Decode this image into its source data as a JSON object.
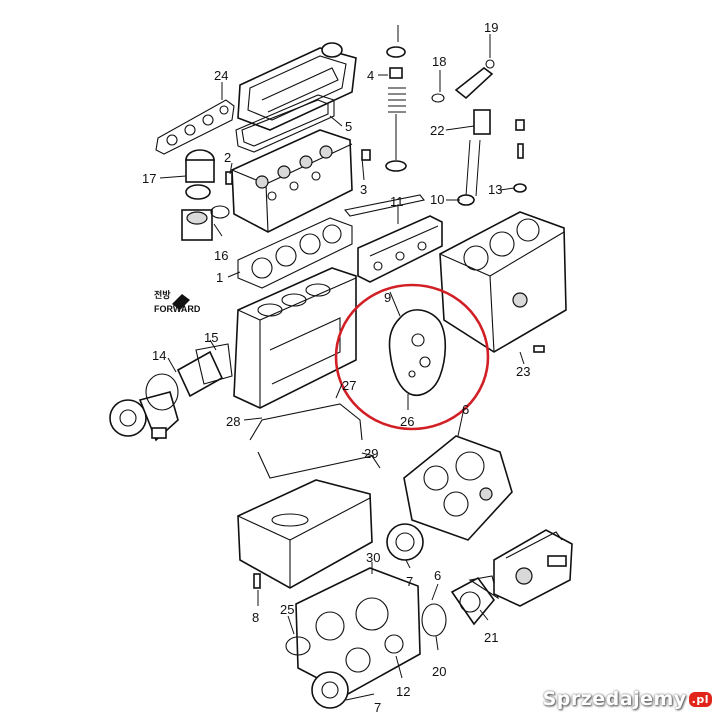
{
  "diagram": {
    "forward_korean": "전방",
    "forward_label": "FORWARD",
    "part_numbers": [
      "1",
      "2",
      "3",
      "4",
      "5",
      "6",
      "6",
      "7",
      "7",
      "8",
      "9",
      "10",
      "11",
      "12",
      "13",
      "14",
      "15",
      "16",
      "17",
      "18",
      "19",
      "20",
      "21",
      "22",
      "23",
      "24",
      "25",
      "26",
      "27",
      "28",
      "29",
      "30"
    ],
    "highlighted_part": "26",
    "highlight_color": "#d21f26"
  },
  "watermark": {
    "brand": "Sprzedajemy",
    "suffix": ".pl"
  }
}
